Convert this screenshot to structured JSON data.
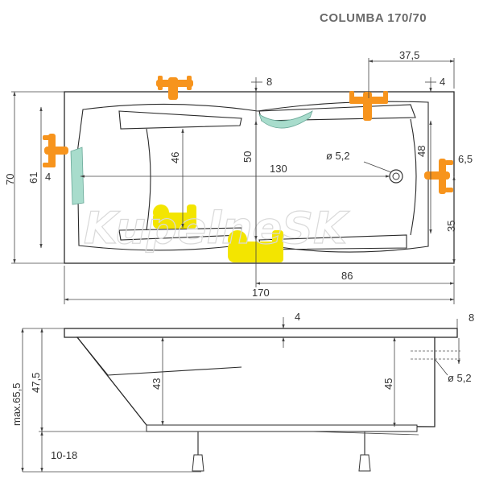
{
  "title": "COLUMBA 170/70",
  "watermark": "KupelneSK",
  "colors": {
    "faucet": "#f7941d",
    "drain": "#f3e500",
    "headrest": "#a8dccc",
    "outline": "#2a2a2a",
    "dimension": "#444444"
  },
  "top_view": {
    "dims": {
      "width_total": "170",
      "height_total": "70",
      "inner_width": "61",
      "left_offset": "4",
      "top_offset": "8",
      "right_top_offset": "4",
      "faucet_offset": "37,5",
      "center_depth": "46",
      "center_width": "50",
      "inner_length": "130",
      "drain_diameter": "ø 5,2",
      "right_width": "48",
      "right_edge": "6,5",
      "drain_height": "35",
      "overflow_length": "86"
    }
  },
  "side_view": {
    "dims": {
      "rim": "4",
      "edge": "8",
      "overflow_diameter": "ø 5,2",
      "max_height": "max.65,5",
      "body_height": "47,5",
      "depth_left": "43",
      "depth_right": "45",
      "legs": "10-18"
    }
  },
  "icons": [
    "faucet-icon",
    "drain-icon",
    "headrest-icon",
    "overflow-icon",
    "leg-icon"
  ]
}
